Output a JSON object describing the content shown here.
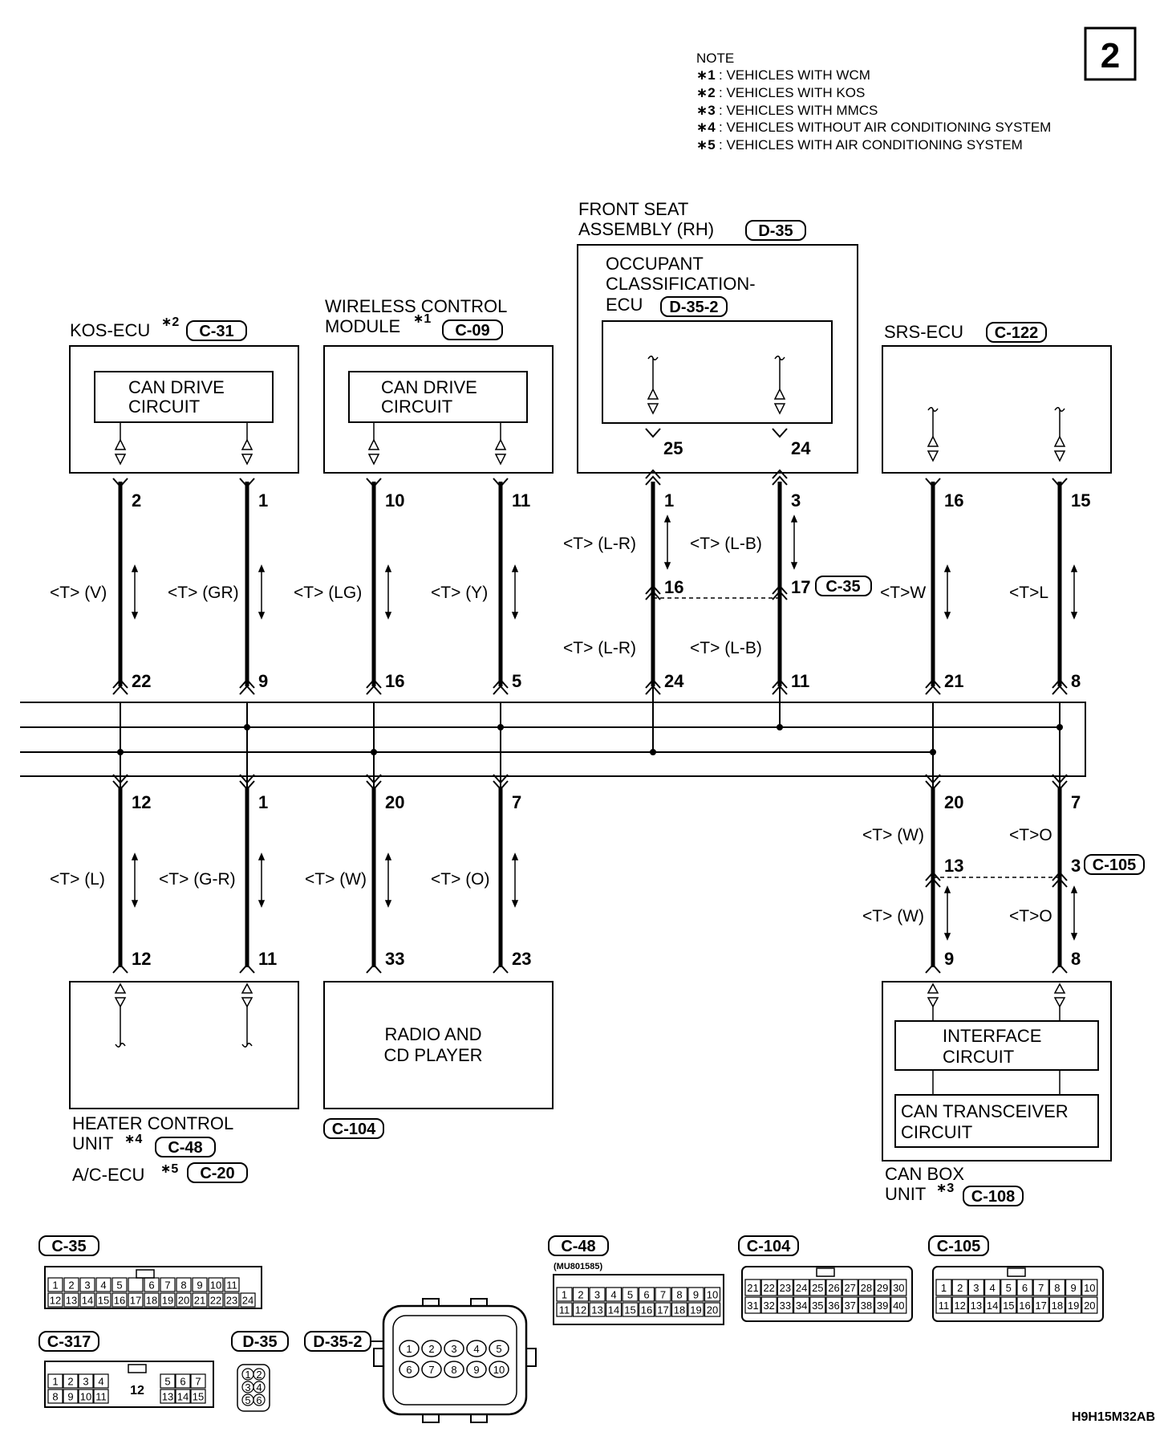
{
  "page_number": "2",
  "note": {
    "title": "NOTE",
    "items": [
      {
        "mark": "∗1",
        "text": ": VEHICLES WITH WCM"
      },
      {
        "mark": "∗2",
        "text": ": VEHICLES WITH KOS"
      },
      {
        "mark": "∗3",
        "text": ": VEHICLES WITH MMCS"
      },
      {
        "mark": "∗4",
        "text": ": VEHICLES WITHOUT AIR CONDITIONING SYSTEM"
      },
      {
        "mark": "∗5",
        "text": ": VEHICLES WITH AIR CONDITIONING SYSTEM"
      }
    ]
  },
  "top_units": {
    "kos": {
      "name": "KOS-ECU",
      "mark": "∗2",
      "connector": "C-31",
      "circuit": [
        "CAN DRIVE",
        "CIRCUIT"
      ]
    },
    "wcm": {
      "name_line1": "WIRELESS CONTROL",
      "name_line2": "MODULE",
      "mark": "∗1",
      "connector": "C-09",
      "circuit": [
        "CAN DRIVE",
        "CIRCUIT"
      ]
    },
    "seat": {
      "name_line1": "FRONT SEAT",
      "name_line2": "ASSEMBLY (RH)",
      "connector": "D-35",
      "inner_line1": "OCCUPANT",
      "inner_line2": "CLASSIFICATION-",
      "inner_line3": "ECU",
      "inner_connector": "D-35-2",
      "pins": [
        "25",
        "24"
      ]
    },
    "srs": {
      "name": "SRS-ECU",
      "connector": "C-122"
    }
  },
  "upper_pins": {
    "top": [
      "2",
      "1",
      "10",
      "11",
      "1",
      "3",
      "16",
      "15"
    ],
    "bottom": [
      "22",
      "9",
      "16",
      "5",
      "24",
      "11",
      "21",
      "8"
    ],
    "mid_seat": [
      "16",
      "17"
    ],
    "mid_connector": "C-35"
  },
  "upper_wires": {
    "kos": [
      "<T> (V)",
      "<T> (GR)"
    ],
    "wcm": [
      "<T> (LG)",
      "<T> (Y)"
    ],
    "seat_top": [
      "<T> (L-R)",
      "<T> (L-B)"
    ],
    "seat_bottom": [
      "<T> (L-R)",
      "<T> (L-B)"
    ],
    "srs": [
      "<T>W",
      "<T>L"
    ]
  },
  "lower_pins": {
    "top": [
      "12",
      "1",
      "20",
      "7",
      "20",
      "7"
    ],
    "bottom": [
      "12",
      "11",
      "33",
      "23",
      "9",
      "8"
    ],
    "mid_can": [
      "13",
      "3"
    ],
    "mid_connector": "C-105"
  },
  "lower_wires": {
    "heater": [
      "<T> (L)",
      "<T> (G-R)"
    ],
    "radio": [
      "<T> (W)",
      "<T> (O)"
    ],
    "can_top": [
      "<T> (W)",
      "<T>O"
    ],
    "can_bottom": [
      "<T> (W)",
      "<T>O"
    ]
  },
  "bottom_units": {
    "heater": {
      "line1": "HEATER CONTROL",
      "line2": "UNIT",
      "mark4": "∗4",
      "connector": "C-48",
      "line3": "A/C-ECU",
      "mark5": "∗5",
      "connector2": "C-20"
    },
    "radio": {
      "line1": "RADIO AND",
      "line2": "CD PLAYER",
      "connector": "C-104"
    },
    "canbox": {
      "interface": [
        "INTERFACE",
        "CIRCUIT"
      ],
      "transceiver": [
        "CAN TRANSCEIVER",
        "CIRCUIT"
      ],
      "name_line1": "CAN BOX",
      "name_line2": "UNIT",
      "mark": "∗3",
      "connector": "C-108"
    }
  },
  "connector_views": {
    "c35": {
      "label": "C-35",
      "row1": [
        "1",
        "2",
        "3",
        "4",
        "5",
        "",
        "6",
        "7",
        "8",
        "9",
        "10",
        "11"
      ],
      "row2": [
        "12",
        "13",
        "14",
        "15",
        "16",
        "17",
        "18",
        "19",
        "20",
        "21",
        "22",
        "23",
        "24"
      ]
    },
    "c48": {
      "label": "C-48",
      "part": "(MU801585)",
      "row1": [
        "1",
        "2",
        "3",
        "4",
        "5",
        "6",
        "7",
        "8",
        "9",
        "10"
      ],
      "row2": [
        "11",
        "12",
        "13",
        "14",
        "15",
        "16",
        "17",
        "18",
        "19",
        "20"
      ]
    },
    "c104": {
      "label": "C-104",
      "row1": [
        "21",
        "22",
        "23",
        "24",
        "25",
        "26",
        "27",
        "28",
        "29",
        "30"
      ],
      "row2": [
        "31",
        "32",
        "33",
        "34",
        "35",
        "36",
        "37",
        "38",
        "39",
        "40"
      ]
    },
    "c105": {
      "label": "C-105",
      "row1": [
        "1",
        "2",
        "3",
        "4",
        "5",
        "6",
        "7",
        "8",
        "9",
        "10"
      ],
      "row2": [
        "11",
        "12",
        "13",
        "14",
        "15",
        "16",
        "17",
        "18",
        "19",
        "20"
      ]
    },
    "c317": {
      "label": "C-317",
      "row1": [
        "1",
        "2",
        "3",
        "4",
        "5",
        "6",
        "7"
      ],
      "row2": [
        "8",
        "9",
        "10",
        "11",
        "13",
        "14",
        "15"
      ],
      "center": "12"
    },
    "d35": {
      "label": "D-35",
      "pins": [
        "1",
        "2",
        "3",
        "4",
        "5",
        "6"
      ]
    },
    "d352": {
      "label": "D-35-2",
      "row1": [
        "1",
        "2",
        "3",
        "4",
        "5"
      ],
      "row2": [
        "6",
        "7",
        "8",
        "9",
        "10"
      ]
    }
  },
  "figure_code": "H9H15M32AB"
}
